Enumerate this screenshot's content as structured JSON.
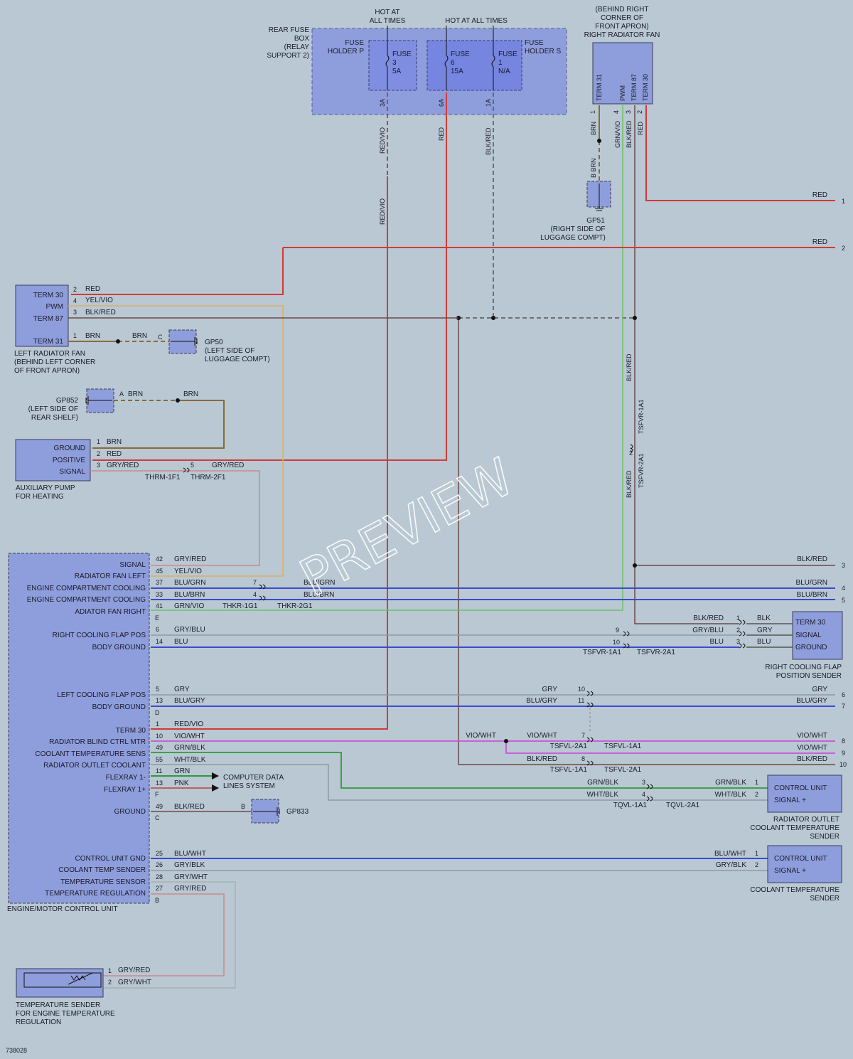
{
  "diagram_id": "738028",
  "watermark": "PREVIEW",
  "fuse_box": {
    "title": "REAR FUSE BOX (RELAY SUPPORT 2)",
    "title_lines": [
      "REAR FUSE",
      "BOX",
      "(RELAY",
      "SUPPORT 2)"
    ],
    "hot_at_all_times_1": [
      "HOT AT",
      "ALL TIMES"
    ],
    "hot_at_all_times_2": "HOT AT ALL TIMES",
    "holder_p": [
      "FUSE",
      "HOLDER P"
    ],
    "holder_s": [
      "FUSE",
      "HOLDER S"
    ],
    "fuse1": [
      "FUSE",
      "3",
      "5A"
    ],
    "fuse2": [
      "FUSE",
      "6",
      "15A"
    ],
    "fuse3": [
      "FUSE",
      "1",
      "N/A"
    ],
    "pins": [
      "3A",
      "6A",
      "1A"
    ]
  },
  "right_fan": {
    "caption": [
      "(BEHIND RIGHT",
      "CORNER OF",
      "FRONT APRON)",
      "RIGHT RADIATOR FAN"
    ],
    "terms": [
      "TERM 31",
      "PWM",
      "TERM 87",
      "TERM 30"
    ],
    "pins": [
      "1",
      "4",
      "3",
      "2"
    ]
  },
  "wires": {
    "red_vio": "RED/VIO",
    "red": "RED",
    "blk_red": "BLK/RED",
    "brn": "BRN",
    "b_brn": "B BRN",
    "grn_vio": "GRN/VIO",
    "yel_vio": "YEL/VIO",
    "gry_red": "GRY/RED",
    "blu_grn": "BLU/GRN",
    "blu_brn": "BLU/BRN",
    "gry_blu": "GRY/BLU",
    "blu": "BLU",
    "gry": "GRY",
    "blk": "BLK",
    "blu_gry": "BLU/GRY",
    "vio_wht": "VIO/WHT",
    "grn_blk": "GRN/BLK",
    "wht_blk": "WHT/BLK",
    "grn": "GRN",
    "pnk": "PNK",
    "blu_wht": "BLU/WHT",
    "gry_blk": "GRY/BLK",
    "gry_wht": "GRY/WHT",
    "tsfvr_1a1": "TSFVR-1A1",
    "tsfvr_2a1": "TSFVR-2A1"
  },
  "grounds": {
    "gp51": [
      "GP51",
      "(RIGHT SIDE OF",
      "LUGGAGE COMPT)"
    ],
    "gp50": [
      "GP50",
      "(LEFT SIDE OF",
      "LUGGAGE COMPT)"
    ],
    "gp852": [
      "GP852",
      "(LEFT SIDE OF",
      "REAR SHELF)"
    ],
    "gp833": "GP833"
  },
  "left_fan": {
    "terms": [
      "TERM 30",
      "PWM",
      "TERM 87",
      "TERM 31"
    ],
    "pins": [
      "2",
      "4",
      "3",
      "1"
    ],
    "caption": [
      "LEFT RADIATOR FAN",
      "(BEHIND LEFT CORNER",
      "OF FRONT APRON)"
    ]
  },
  "aux_pump": {
    "terms": [
      "GROUND",
      "POSITIVE",
      "SIGNAL"
    ],
    "pins": [
      "1",
      "2",
      "3"
    ],
    "caption": [
      "AUXILIARY PUMP",
      "FOR HEATING"
    ],
    "conn1": "THRM-1F1",
    "conn2": "THRM-2F1"
  },
  "ecu": {
    "caption": "ENGINE/MOTOR CONTROL UNIT",
    "pins": [
      {
        "label": "SIGNAL",
        "pin": "42",
        "wire": "GRY/RED"
      },
      {
        "label": "RADIATOR FAN LEFT",
        "pin": "45",
        "wire": "YEL/VIO"
      },
      {
        "label": "ENGINE COMPARTMENT COOLING",
        "pin": "37",
        "wire": "BLU/GRN"
      },
      {
        "label": "ENGINE COMPARTMENT COOLING",
        "pin": "33",
        "wire": "BLU/BRN"
      },
      {
        "label": "ADIATOR FAN RIGHT",
        "pin": "41",
        "wire": "GRN/VIO"
      },
      {
        "label": "RIGHT COOLING FLAP POS",
        "pin": "6",
        "wire": "GRY/BLU"
      },
      {
        "label": "BODY GROUND",
        "pin": "14",
        "wire": "BLU"
      },
      {
        "label": "LEFT COOLING FLAP POS",
        "pin": "5",
        "wire": "GRY"
      },
      {
        "label": "BODY GROUND",
        "pin": "13",
        "wire": "BLU/GRY"
      },
      {
        "label": "TERM 30",
        "pin": "1",
        "wire": "RED/VIO"
      },
      {
        "label": "RADIATOR BLIND CTRL MTR",
        "pin": "10",
        "wire": "VIO/WHT"
      },
      {
        "label": "COOLANT TEMPERATURE SENS",
        "pin": "49",
        "wire": "GRN/BLK"
      },
      {
        "label": "RADIATOR OUTLET COOLANT",
        "pin": "55",
        "wire": "WHT/BLK"
      },
      {
        "label": "FLEXRAY 1-",
        "pin": "11",
        "wire": "GRN"
      },
      {
        "label": "FLEXRAY 1+",
        "pin": "13",
        "wire": "PNK"
      },
      {
        "label": "GROUND",
        "pin": "49",
        "wire": "BLK/RED"
      },
      {
        "label": "CONTROL UNIT GND",
        "pin": "25",
        "wire": "BLU/WHT"
      },
      {
        "label": "COOLANT TEMP SENDER",
        "pin": "26",
        "wire": "GRY/BLK"
      },
      {
        "label": "TEMPERATURE SENSOR",
        "pin": "28",
        "wire": "GRY/WHT"
      },
      {
        "label": "TEMPERATURE REGULATION",
        "pin": "27",
        "wire": "GRY/RED"
      }
    ],
    "connector_letters": [
      "E",
      "D",
      "F",
      "C",
      "B"
    ],
    "thkr1": "THKR-1G1",
    "thkr2": "THKR-2G1",
    "computer_data": [
      "COMPUTER DATA",
      "LINES SYSTEM"
    ]
  },
  "right_flap": {
    "terms": [
      "TERM 30",
      "SIGNAL",
      "GROUND"
    ],
    "caption": [
      "RIGHT COOLING FLAP",
      "POSITION SENDER"
    ]
  },
  "outlet_sender": {
    "terms": [
      "CONTROL UNIT",
      "SIGNAL +"
    ],
    "caption": [
      "RADIATOR OUTLET",
      "COOLANT TEMPERATURE",
      "SENDER"
    ],
    "conn1": "TQVL-1A1",
    "conn2": "TQVL-2A1"
  },
  "coolant_sender": {
    "terms": [
      "CONTROL UNIT",
      "SIGNAL +"
    ],
    "caption": [
      "COOLANT TEMPERATURE",
      "SENDER"
    ]
  },
  "temp_reg_sender": {
    "caption": [
      "TEMPERATURE SENDER",
      "FOR ENGINE TEMPERATURE",
      "REGULATION"
    ]
  },
  "connectors": {
    "tsfvl_1a1": "TSFVL-1A1",
    "tsfvl_2a1": "TSFVL-2A1"
  },
  "edge_refs": [
    "1",
    "2",
    "3",
    "4",
    "5",
    "6",
    "7",
    "8",
    "9",
    "10"
  ],
  "colors": {
    "background": "#b9c8d2",
    "component": "#8e9ddb",
    "red": "#d23a3a",
    "blue": "#3a4bd0",
    "brown": "#8a6a3a",
    "green": "#2f9a3a",
    "violet": "#c855d6",
    "gray": "#8f9aa2"
  }
}
